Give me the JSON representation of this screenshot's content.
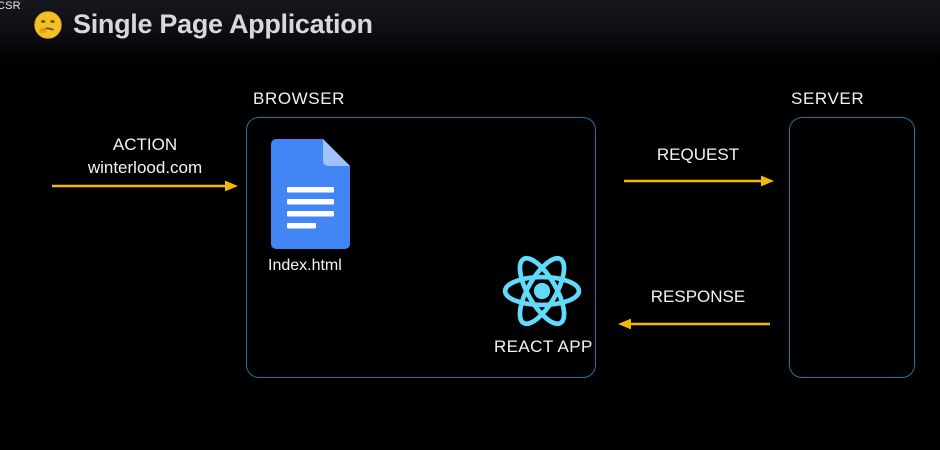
{
  "corner": {
    "label": "CSR"
  },
  "header": {
    "emoji_name": "thinking-face-emoji",
    "title": "Single Page Application"
  },
  "colors": {
    "background": "#000000",
    "panel_border": "#1a74a8",
    "arrow": "#F5B800",
    "react_cyan": "#61DAFB",
    "doc_blue": "#4285F4",
    "doc_fold": "#A1C2FA",
    "text": "#f4f4f6",
    "title_text": "#d8d8dc"
  },
  "diagram": {
    "browser": {
      "caption": "BROWSER",
      "document": {
        "icon_name": "document-icon",
        "label": "Index.html",
        "line_count": 4
      },
      "app": {
        "icon_name": "react-logo-icon",
        "label": "REACT APP"
      }
    },
    "server": {
      "caption": "SERVER",
      "contents": ""
    },
    "flows": [
      {
        "id": "action",
        "label_line1": "ACTION",
        "label_line2": "winterlood.com",
        "direction": "right",
        "from": "user",
        "to": "browser"
      },
      {
        "id": "request",
        "label": "REQUEST",
        "direction": "right",
        "from": "browser",
        "to": "server"
      },
      {
        "id": "response",
        "label": "RESPONSE",
        "direction": "left",
        "from": "server",
        "to": "browser"
      }
    ]
  }
}
